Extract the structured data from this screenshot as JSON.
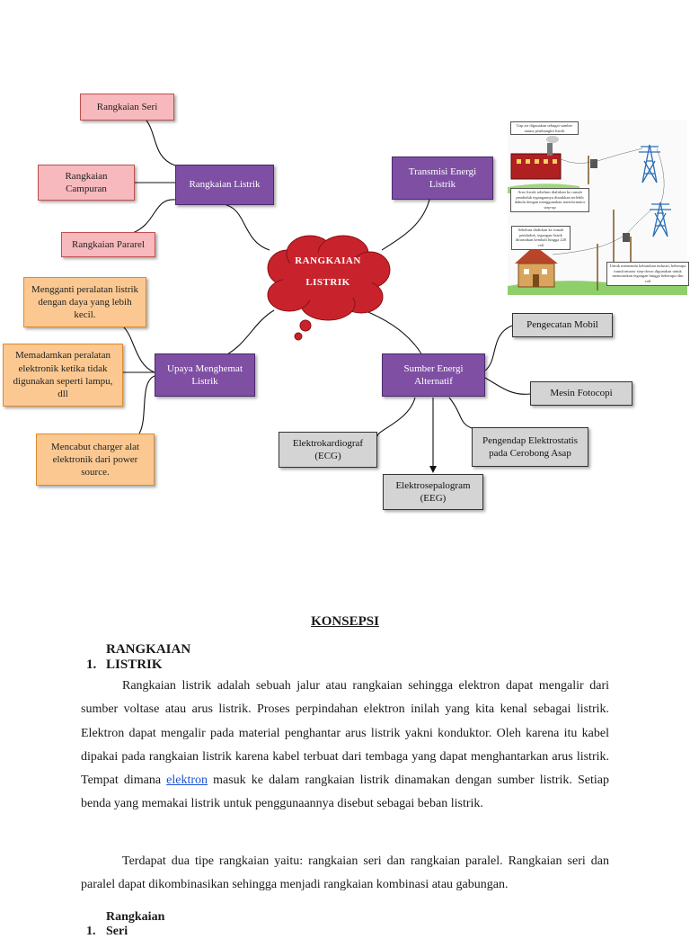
{
  "mindmap": {
    "center": [
      "RANGKAIAN",
      "LISTRIK"
    ],
    "rangkaian_listrik": "Rangkaian  Listrik",
    "rangkaian_seri": "Rangkaian  Seri",
    "rangkaian_campuran": "Rangkaian Campuran",
    "rangkaian_pararel": "Rangkaian  Pararel",
    "transmisi": "Transmisi  Energi Listrik",
    "upaya": "Upaya Menghemat Listrik",
    "upaya_items": [
      "Mengganti  peralatan listrik  dengan daya yang lebih kecil.",
      "Memadamkan  peralatan elektronik  ketika tidak digunakan  seperti lampu, dll",
      "Mencabut charger alat elektronik  dari power source."
    ],
    "sumber": "Sumber Energi Alternatif",
    "sumber_items": {
      "pengecatan": "Pengecatan Mobil",
      "fotocopi": "Mesin Fotocopi",
      "pengendap": "Pengendap  Elektrostatis pada Cerobong Asap",
      "ecg": "Elektrokardiograf (ECG)",
      "eeg": "Elektrosepalogram (EEG)"
    },
    "illustration_callouts": [
      "Uap air digunakan sebagai sumber utama pembangkit listrik",
      "Arus listrik sebelum dialirkan ke rumah penduduk tegangannya dinaikkan terlebih dahulu dengan menggunakan transformator step-up",
      "Sebelum dialirkan ke rumah penduduk, tegangan listrik diturunkan kembali hingga 220 volt",
      "Untuk memenuhi kebutuhan industri, beberapa transformator step-down digunakan untuk menurunkan tegangan hingga beberapa ribu volt"
    ]
  },
  "document": {
    "title": "KONSEPSI",
    "section_number": "1.",
    "section_title": "RANGKAIAN LISTRIK",
    "para1_before_link": "Rangkaian listrik adalah sebuah jalur atau rangkaian sehingga elektron dapat mengalir dari sumber voltase atau arus listrik. Proses perpindahan elektron inilah yang kita kenal sebagai listrik. Elektron dapat mengalir pada material penghantar arus listrik yakni konduktor. Oleh karena itu kabel dipakai pada rangkaian listrik karena kabel terbuat dari tembaga yang dapat menghantarkan arus listrik. Tempat dimana ",
    "para1_link": "elektron",
    "para1_after_link": " masuk ke dalam rangkaian listrik dinamakan dengan sumber listrik. Setiap benda yang memakai listrik untuk penggunaannya disebut sebagai beban listrik.",
    "para2": "Terdapat dua tipe rangkaian yaitu: rangkaian seri dan rangkaian paralel. Rangkaian seri dan paralel dapat dikombinasikan sehingga menjadi rangkaian kombinasi atau gabungan.",
    "sub_number": "1.",
    "sub_title": "Rangkaian Seri"
  },
  "colors": {
    "purple": "#7e4fa3",
    "pink": "#f7b9bd",
    "orange": "#fbc892",
    "gray": "#d4d4d4",
    "cloud": "#c8232c",
    "link": "#1a4fd6"
  }
}
